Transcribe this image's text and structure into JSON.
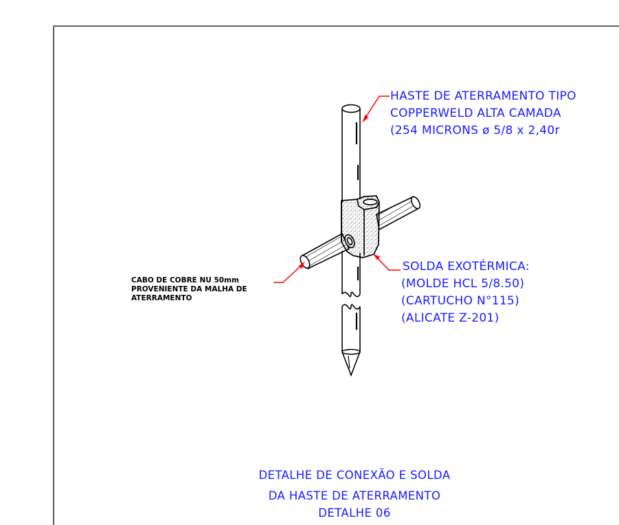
{
  "colors": {
    "leader": "#ff0000",
    "annotation": "#1a1aff",
    "linework": "#000000",
    "background": "#ffffff"
  },
  "rod_label": {
    "line1": "HASTE DE ATERRAMENTO TIPO",
    "line2": "COPPERWELD ALTA CAMADA",
    "line3": "(254 MICRONS ø 5/8 x 2,40r"
  },
  "weld_label": {
    "line1": "SOLDA EXOTÉRMICA:",
    "line2": "(MOLDE HCL 5/8.50)",
    "line3": "(CARTUCHO N°115)",
    "line4": "(ALICATE Z-201)"
  },
  "cable_label": {
    "line1": "CABO DE COBRE NU 50mm",
    "line2": "PROVENIENTE DA MALHA DE",
    "line3": "ATERRAMENTO"
  },
  "title": {
    "line1": "DETALHE DE CONEXÃO E SOLDA",
    "line2": "DA HASTE DE ATERRAMENTO",
    "line3": "DETALHE 06"
  }
}
